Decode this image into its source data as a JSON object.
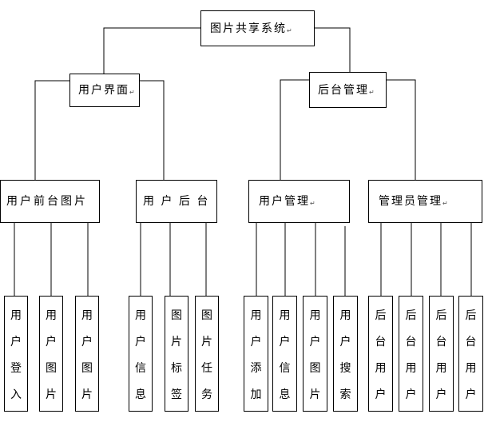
{
  "paragraph_mark": "↵",
  "root": {
    "label": "图片共享系统"
  },
  "branches": [
    {
      "label": "用户界面",
      "children": [
        {
          "label": "用户前台图片",
          "leaves": [
            "用户登入",
            "用户图片",
            "用户图片"
          ]
        },
        {
          "label": "用 户 后 台",
          "leaves": [
            "用户信息",
            "图片标签",
            "图片任务"
          ]
        }
      ]
    },
    {
      "label": "后台管理",
      "children": [
        {
          "label": "用户管理",
          "leaves": [
            "用户添加",
            "用户信息",
            "用户图片",
            "用户搜索"
          ]
        },
        {
          "label": "管理员管理",
          "leaves": [
            "后台用户",
            "后台用户",
            "后台用户",
            "后台用户"
          ]
        }
      ]
    }
  ]
}
